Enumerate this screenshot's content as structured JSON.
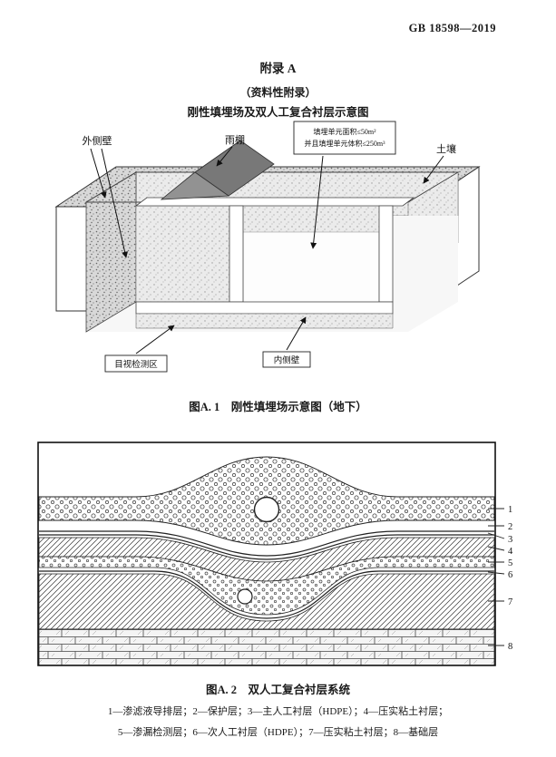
{
  "header": {
    "doc_number": "GB 18598—2019"
  },
  "titles": {
    "appendix": "附录 A",
    "subtitle1": "（资料性附录）",
    "subtitle2": "刚性填埋场及双人工复合衬层示意图"
  },
  "fig1": {
    "labels": {
      "outer_wall": "外侧壁",
      "canopy": "雨棚",
      "unit_area": "填埋单元面积≤50m²",
      "unit_volume": "并且填埋单元体积≤250m³",
      "soil": "土壤",
      "visual_inspection_zone": "目视检测区",
      "inner_wall": "内侧壁"
    },
    "caption": "图A. 1　刚性填埋场示意图（地下）"
  },
  "fig2": {
    "layer_numbers": [
      "1",
      "2",
      "3",
      "4",
      "5",
      "6",
      "7",
      "8"
    ],
    "caption": "图A. 2　双人工复合衬层系统",
    "legend_line1": "1—渗滤液导排层；2—保护层；3—主人工衬层（HDPE）；4—压实粘土衬层；",
    "legend_line2": "5—渗漏检测层；6—次人工衬层（HDPE）；7—压实粘土衬层；8—基础层"
  }
}
